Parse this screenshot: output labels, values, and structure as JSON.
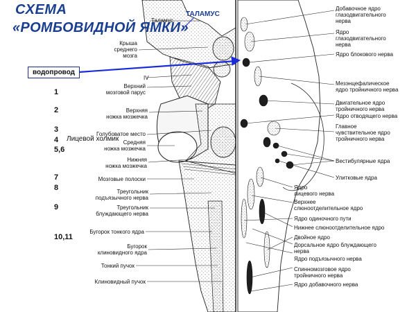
{
  "title": {
    "line1": "СХЕМА",
    "line2": "«РОМБОВИДНОЙ ЯМКИ»"
  },
  "thalamus_label": "ТАЛАМУС",
  "aqueduct_label": "водопровод",
  "numbers": [
    "1",
    "2",
    "3",
    "4",
    "5,6",
    "7",
    "8",
    "9",
    "10,11"
  ],
  "facial_colliculus": "Лицевой холмик",
  "left_labels": {
    "thalamus_inner": "Таламус",
    "tectum": [
      "Крыша",
      "среднего",
      "мозга"
    ],
    "roman_iv": "IV",
    "superior_velum": [
      "Верхний",
      "мозговой парус"
    ],
    "superior_peduncle": [
      "Верхняя",
      "ножка мозжечка"
    ],
    "locus_coeruleus": "Голубоватое место",
    "middle_peduncle": [
      "Средняя",
      "ножка мозжечка"
    ],
    "inferior_peduncle": [
      "Нижняя",
      "ножка мозжечка"
    ],
    "striae": "Мозговые полоски",
    "hypoglossal_triangle": [
      "Треугольник",
      "подъязычного нерва"
    ],
    "vagal_triangle": [
      "Треугольник",
      "блуждающего нерва"
    ],
    "gracile_tubercle": "Бугорок тонкого ядра",
    "cuneate_tubercle": [
      "Бугорок",
      "клиновидного ядра"
    ],
    "gracile_fasciculus": "Тонкий пучок",
    "cuneate_fasciculus": "Клиновидный пучок"
  },
  "right_labels": {
    "oculomotor_accessory": [
      "Добавочное ядро",
      "глазодвигательного",
      "нерва"
    ],
    "oculomotor": [
      "Ядро",
      "глазодвигательного",
      "нерва"
    ],
    "trochlear": "Ядро блокового нерва",
    "mesencephalic_trigeminal": [
      "Мезэнцефалическое",
      "ядро тройничного нерва"
    ],
    "motor_trigeminal": [
      "Двигательное ядро",
      "тройничного нерва"
    ],
    "abducens": "Ядро отводящего нерва",
    "main_sensory_trigeminal": [
      "Главное",
      "чувствительное ядро",
      "тройничного нерва"
    ],
    "vestibular": "Вестибулярные ядра",
    "cochlear": "Улитковые ядра",
    "facial": [
      "Ядро",
      "лицевого нерва"
    ],
    "superior_salivatory": [
      "Верхнее",
      "слюноотделительное ядро"
    ],
    "solitary": "Ядро одиночного пути",
    "inferior_salivatory": "Нижнее слюноотделительное ядро",
    "ambiguus": "Двойное ядро",
    "dorsal_vagal": [
      "Дорсальное ядро блуждающего",
      "нерва"
    ],
    "hypoglossal": "Ядро подъязычного нерва",
    "spinal_trigeminal": [
      "Спинномозговое ядро",
      "тройничного нерва"
    ],
    "accessory": "Ядро добавочного нерва"
  },
  "colors": {
    "title": "#1a3f8f",
    "arrow": "#1a2bd8",
    "ink": "#111111"
  }
}
